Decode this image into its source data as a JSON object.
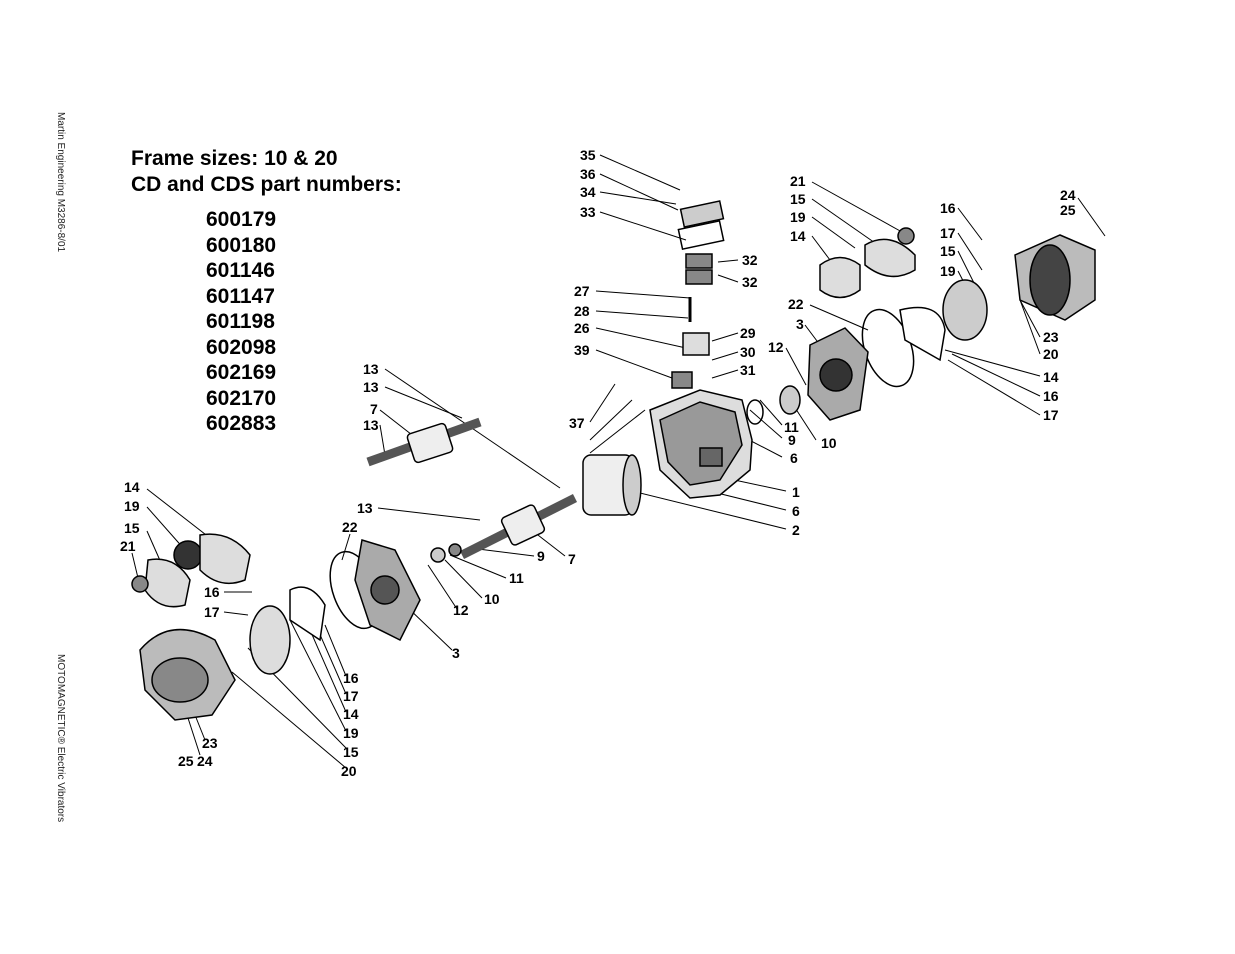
{
  "side_text": {
    "top": "Martin Engineering M3286-8/01",
    "bottom": "MOTOMAGNETIC® Electric Vibrators"
  },
  "header": {
    "line1": "Frame sizes: 10 & 20",
    "line2": "CD and CDS part numbers:"
  },
  "part_numbers": [
    "600179",
    "600180",
    "601146",
    "601147",
    "601198",
    "602098",
    "602169",
    "602170",
    "602883"
  ],
  "callouts": {
    "c35": "35",
    "c36": "36",
    "c34": "34",
    "c33": "33",
    "c32a": "32",
    "c32b": "32",
    "c27": "27",
    "c28": "28",
    "c26": "26",
    "c29": "29",
    "c39": "39",
    "c30": "30",
    "c31": "31",
    "c37": "37",
    "c21r": "21",
    "c15r": "15",
    "c19r": "19",
    "c14r": "14",
    "c16r": "16",
    "c17r": "17",
    "c15r2": "15",
    "c19r2": "19",
    "c24r": "24",
    "c25r": "25",
    "c22r": "22",
    "c3r": "3",
    "c12r": "12",
    "c23r": "23",
    "c20r": "20",
    "c14r2": "14",
    "c16r2": "16",
    "c17r2": "17",
    "c11r": "11",
    "c9r": "9",
    "c10r": "10",
    "c6r": "6",
    "c1": "1",
    "c6": "6",
    "c2": "2",
    "c13a": "13",
    "c13b": "13",
    "c7a": "7",
    "c13c": "13",
    "c13d": "13",
    "c22l": "22",
    "c9l": "9",
    "c7l": "7",
    "c11l": "11",
    "c10l": "10",
    "c12l": "12",
    "c3l": "3",
    "c14l": "14",
    "c19l": "19",
    "c15l": "15",
    "c21l": "21",
    "c16l": "16",
    "c17l": "17",
    "c16l2": "16",
    "c17l2": "17",
    "c14l2": "14",
    "c19l2": "19",
    "c15l2": "15",
    "c20l": "20",
    "c23l": "23",
    "c25l": "25",
    "c24l": "24"
  }
}
